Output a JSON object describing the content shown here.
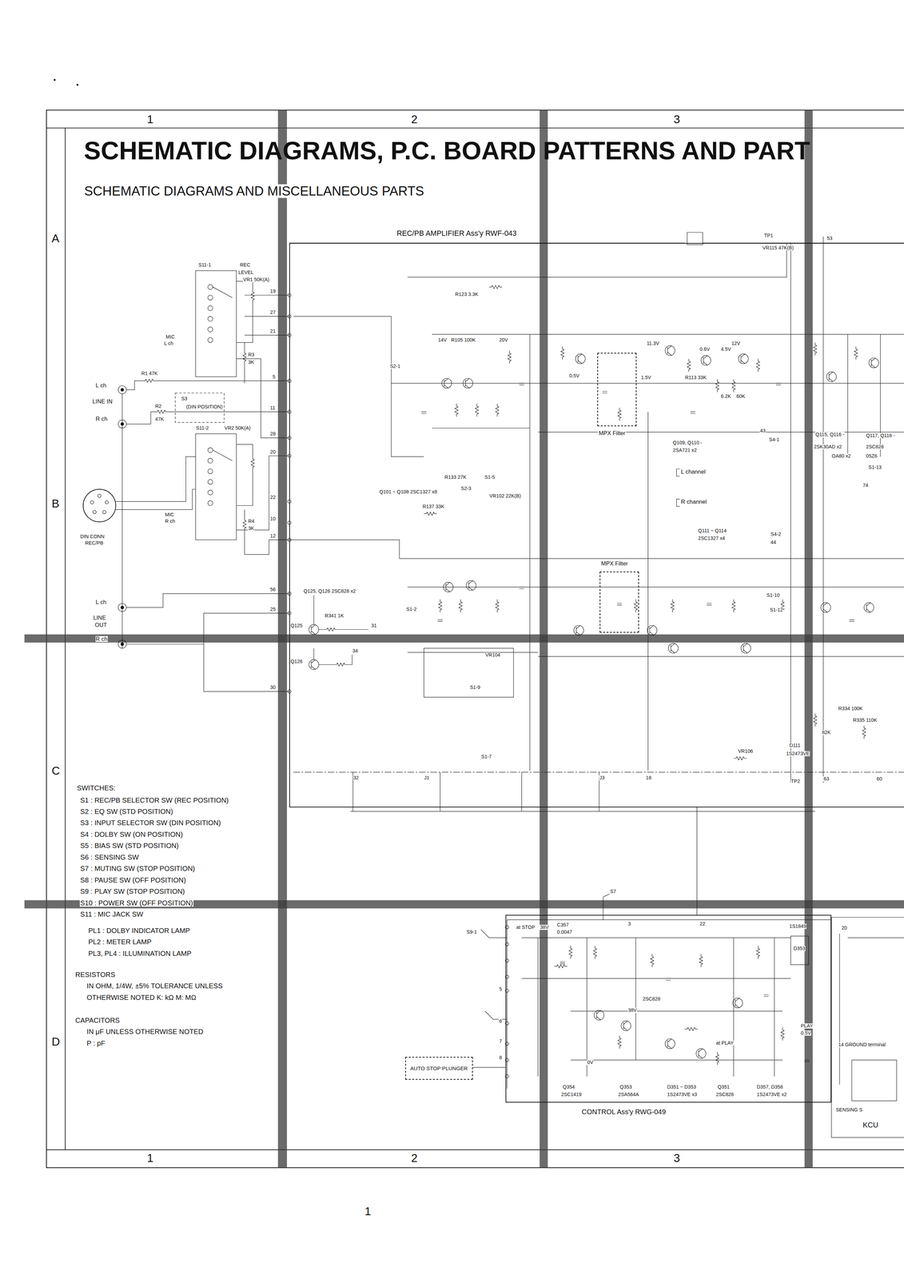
{
  "diagram": {
    "title": "SCHEMATIC DIAGRAMS, P.C. BOARD PATTERNS AND PART",
    "nodes": [
      {
        "text": [
          "REC/PB AMPLIFIER Ass'y RWF-043"
        ]
      },
      {
        "text": [
          "MPX Filter"
        ],
        "in": 0
      },
      {
        "text": [
          "MPX Filter"
        ],
        "in": 0
      },
      {
        "text": [
          "CONTROL Ass'y RWG-049"
        ]
      },
      {
        "text": [
          "AUTO STOP PLUNGER"
        ]
      }
    ],
    "edges": [
      {
        "from": 4,
        "to": 3,
        "arrow": "none"
      },
      {
        "from": 3,
        "to": 0,
        "arrow": "none"
      }
    ],
    "labels": [
      "1",
      "2",
      "3",
      "A",
      "B",
      "C",
      "D",
      "1",
      "2",
      "3",
      "SCHEMATIC DIAGRAMS AND MISCELLANEOUS PARTS",
      "REC",
      "LEVEL",
      "VR1 50K(A)",
      "S11-1",
      "MIC",
      "L ch",
      "L ch",
      "R1 47K",
      "LINE IN",
      "R ch",
      "R2",
      "47K",
      "S3",
      "(DIN POSITION)",
      "S11-2",
      "VR2 50K(A)",
      "3K",
      "R3",
      "MIC",
      "R ch",
      "R4",
      "3K",
      "DIN CONN",
      "REC/PB",
      "L ch",
      "LINE",
      "OUT",
      "R ch",
      "19",
      "27",
      "21",
      "5",
      "11",
      "28",
      "20",
      "22",
      "10",
      "12",
      "56",
      "25",
      "30",
      "Q125, Q126 2SC828 x2",
      "Q125",
      "R341 1K",
      "31",
      "Q126",
      "34",
      "R123 3.3K",
      "14V",
      "R105 100K",
      "20V",
      "S2-1",
      "Q101 ~ Q108 2SC1327 x8",
      "R133 27K",
      "S1-5",
      "S2-3",
      "VR102 22K(B)",
      "R137 33K",
      "0.5V",
      "1.5V",
      "11.3V",
      "12V",
      "0.6V",
      "4.5V",
      "6.2K",
      "60K",
      "R113 33K",
      "Q109, Q110 -",
      "2SA721 x2",
      "43",
      "S4-1",
      "L channel",
      "R channel",
      "Q111 ~ Q114",
      "2SC1327 x4",
      "S4-2",
      "44",
      "TP1",
      "VR115 47K(B)",
      "53",
      "Q115, Q116 -",
      "2SK30AD x2",
      "OA80 x2",
      "Q117, Q118 -",
      "2SC828",
      "05Z6",
      "S1-13",
      "74",
      "S1-2",
      "VR104",
      "S1-9",
      "S1-10",
      "S1-12",
      "R334 100K",
      "R335 110K",
      "82K",
      "VR106",
      "D111",
      "1S2473VE",
      "TP2",
      "63",
      "60",
      "32",
      "J1",
      "S1-7",
      "J3",
      "18",
      "SWITCHES:",
      "S1 : REC/PB SELECTOR SW (REC POSITION)",
      "S2 : EQ SW (STD POSITION)",
      "S3 : INPUT SELECTOR SW (DIN POSITION)",
      "S4 : DOLBY SW (ON POSITION)",
      "S5 : BIAS SW (STD POSITION)",
      "S6 : SENSING SW",
      "S7 : MUTING SW (STOP POSITION)",
      "S8 : PAUSE SW (OFF POSITION)",
      "S9 : PLAY SW (STOP POSITION)",
      "S10 : POWER SW (OFF POSITION)",
      "S11 : MIC JACK SW",
      "PL1 : DOLBY INDICATOR LAMP",
      "PL2 : METER LAMP",
      "PL3, PL4 : ILLUMINATION LAMP",
      "RESISTORS",
      "IN OHM, 1/4W, ±5% TOLERANCE UNLESS",
      "OTHERWISE NOTED K: kΩ M: MΩ",
      "CAPACITORS",
      "IN μF UNLESS OTHERWISE NOTED",
      "P : pF",
      "S7",
      "S9-1",
      "at STOP",
      "38V",
      "C357",
      "0.0047",
      "3",
      "22",
      "1S1849",
      "D353",
      "2SC828",
      "38V",
      "PLAY",
      "0.5V",
      "at PLAY",
      "0V",
      "14 GROUND terminal",
      "SENSING S",
      "KCU",
      "20",
      "Q354",
      "2SC1419",
      "Q353",
      "2SA564A",
      "D351 ~ D353",
      "1S2473VE x3",
      "Q351",
      "2SC828",
      "D357, D358",
      "1S2473VE x2",
      "5",
      "6",
      "7",
      "8",
      "1"
    ]
  }
}
